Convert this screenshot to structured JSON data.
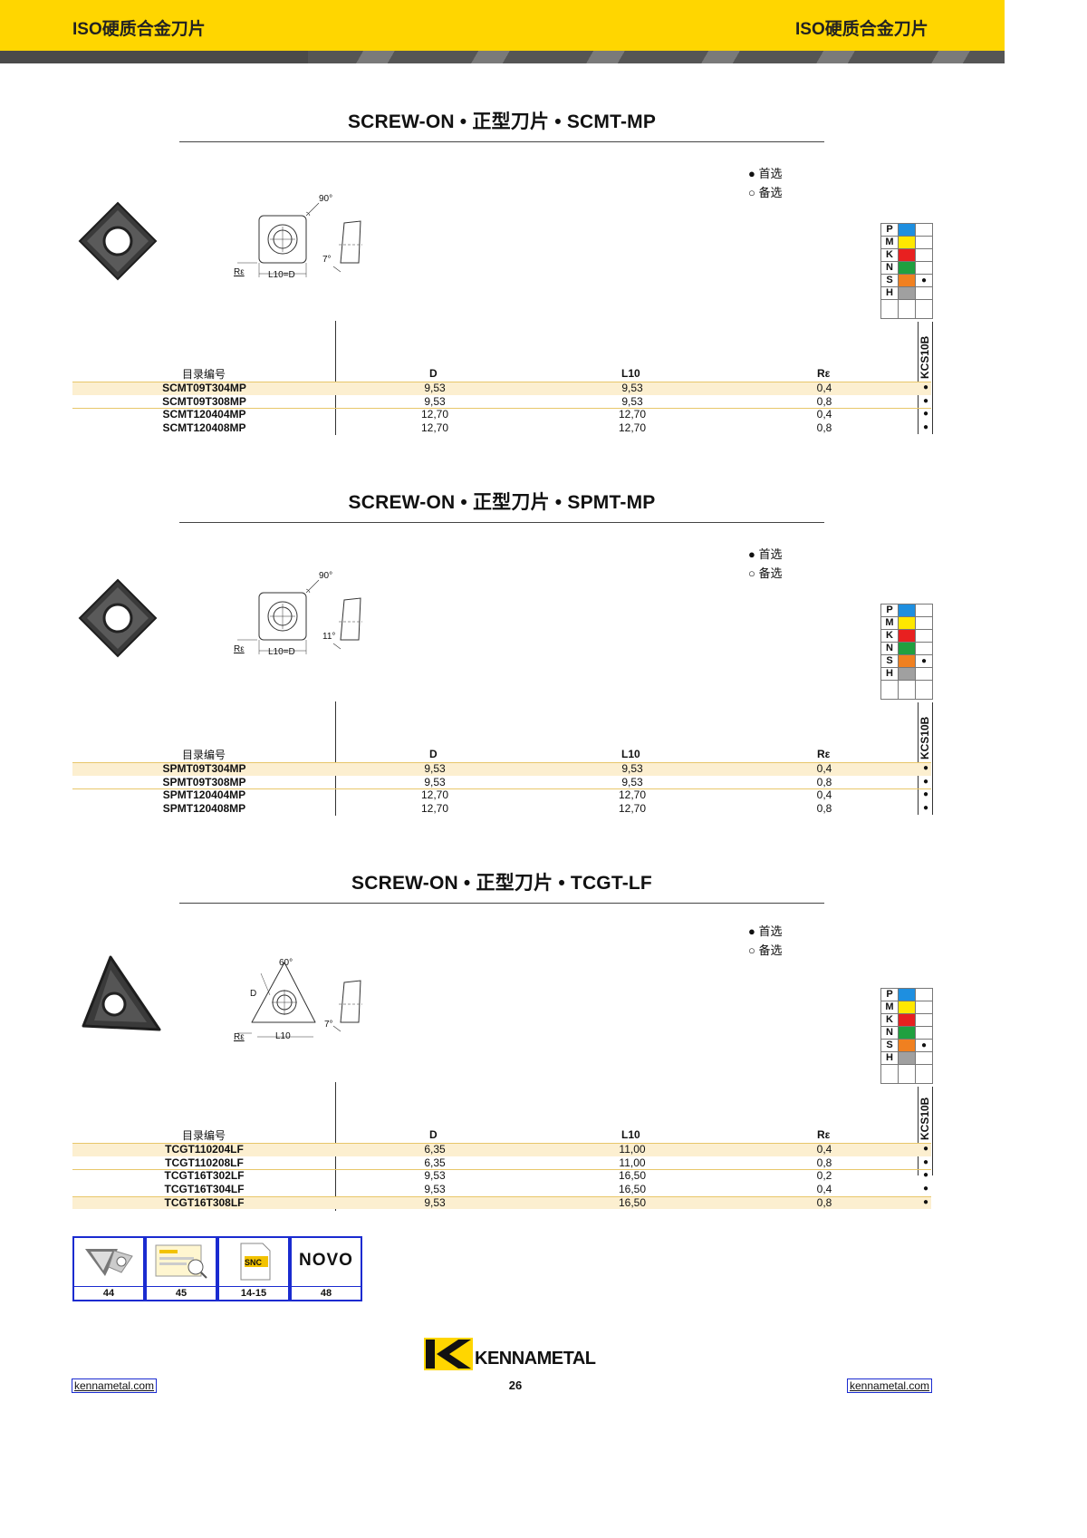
{
  "header": {
    "left_title": "ISO硬质合金刀片",
    "right_title": "ISO硬质合金刀片"
  },
  "legend": {
    "preferred": "● 首选",
    "alternate": "○ 备选"
  },
  "iso_groups": [
    "P",
    "M",
    "K",
    "N",
    "S",
    "H"
  ],
  "iso_colors": [
    "#1e8fe0",
    "#ffe800",
    "#e82020",
    "#20a040",
    "#f08020",
    "#a0a0a0"
  ],
  "columns": {
    "catalog": "目录编号",
    "d": "D",
    "l10": "L10",
    "re": "Rε",
    "grade": "KCS10B"
  },
  "sections": [
    {
      "title": "SCREW-ON • 正型刀片 • SCMT-MP",
      "drawing": {
        "angle": "90°",
        "relief": "7°",
        "re": "Rε",
        "dim": "L10=D"
      },
      "rows": [
        {
          "cat": "SCMT09T304MP",
          "d": "9,53",
          "l": "9,53",
          "r": "0,4",
          "g": "●"
        },
        {
          "cat": "SCMT09T308MP",
          "d": "9,53",
          "l": "9,53",
          "r": "0,8",
          "g": "●"
        },
        {
          "cat": "SCMT120404MP",
          "d": "12,70",
          "l": "12,70",
          "r": "0,4",
          "g": "●"
        },
        {
          "cat": "SCMT120408MP",
          "d": "12,70",
          "l": "12,70",
          "r": "0,8",
          "g": "●"
        }
      ]
    },
    {
      "title": "SCREW-ON • 正型刀片 • SPMT-MP",
      "drawing": {
        "angle": "90°",
        "relief": "11°",
        "re": "Rε",
        "dim": "L10=D"
      },
      "rows": [
        {
          "cat": "SPMT09T304MP",
          "d": "9,53",
          "l": "9,53",
          "r": "0,4",
          "g": "●"
        },
        {
          "cat": "SPMT09T308MP",
          "d": "9,53",
          "l": "9,53",
          "r": "0,8",
          "g": "●"
        },
        {
          "cat": "SPMT120404MP",
          "d": "12,70",
          "l": "12,70",
          "r": "0,4",
          "g": "●"
        },
        {
          "cat": "SPMT120408MP",
          "d": "12,70",
          "l": "12,70",
          "r": "0,8",
          "g": "●"
        }
      ]
    },
    {
      "title": "SCREW-ON • 正型刀片 • TCGT-LF",
      "drawing": {
        "angle": "60°",
        "relief": "7°",
        "re": "Rε",
        "dim": "L10",
        "d": "D"
      },
      "rows": [
        {
          "cat": "TCGT110204LF",
          "d": "6,35",
          "l": "11,00",
          "r": "0,4",
          "g": "●"
        },
        {
          "cat": "TCGT110208LF",
          "d": "6,35",
          "l": "11,00",
          "r": "0,8",
          "g": "●"
        },
        {
          "cat": "TCGT16T302LF",
          "d": "9,53",
          "l": "16,50",
          "r": "0,2",
          "g": "●"
        },
        {
          "cat": "TCGT16T304LF",
          "d": "9,53",
          "l": "16,50",
          "r": "0,4",
          "g": "●"
        },
        {
          "cat": "TCGT16T308LF",
          "d": "9,53",
          "l": "16,50",
          "r": "0,8",
          "g": "●"
        }
      ]
    }
  ],
  "iso_mark_row": "●",
  "refs": [
    {
      "num": "44",
      "icon": "chipbreaker-icon"
    },
    {
      "num": "45",
      "icon": "catalog-page-icon"
    },
    {
      "num": "14-15",
      "icon": "snc-file-icon",
      "snc": "SNC"
    },
    {
      "num": "48",
      "icon": "novo-icon",
      "novo": "NOVO"
    }
  ],
  "footer": {
    "brand": "KENNAMETAL",
    "left_link": "kennametal.com",
    "right_link": "kennametal.com",
    "page": "26"
  }
}
